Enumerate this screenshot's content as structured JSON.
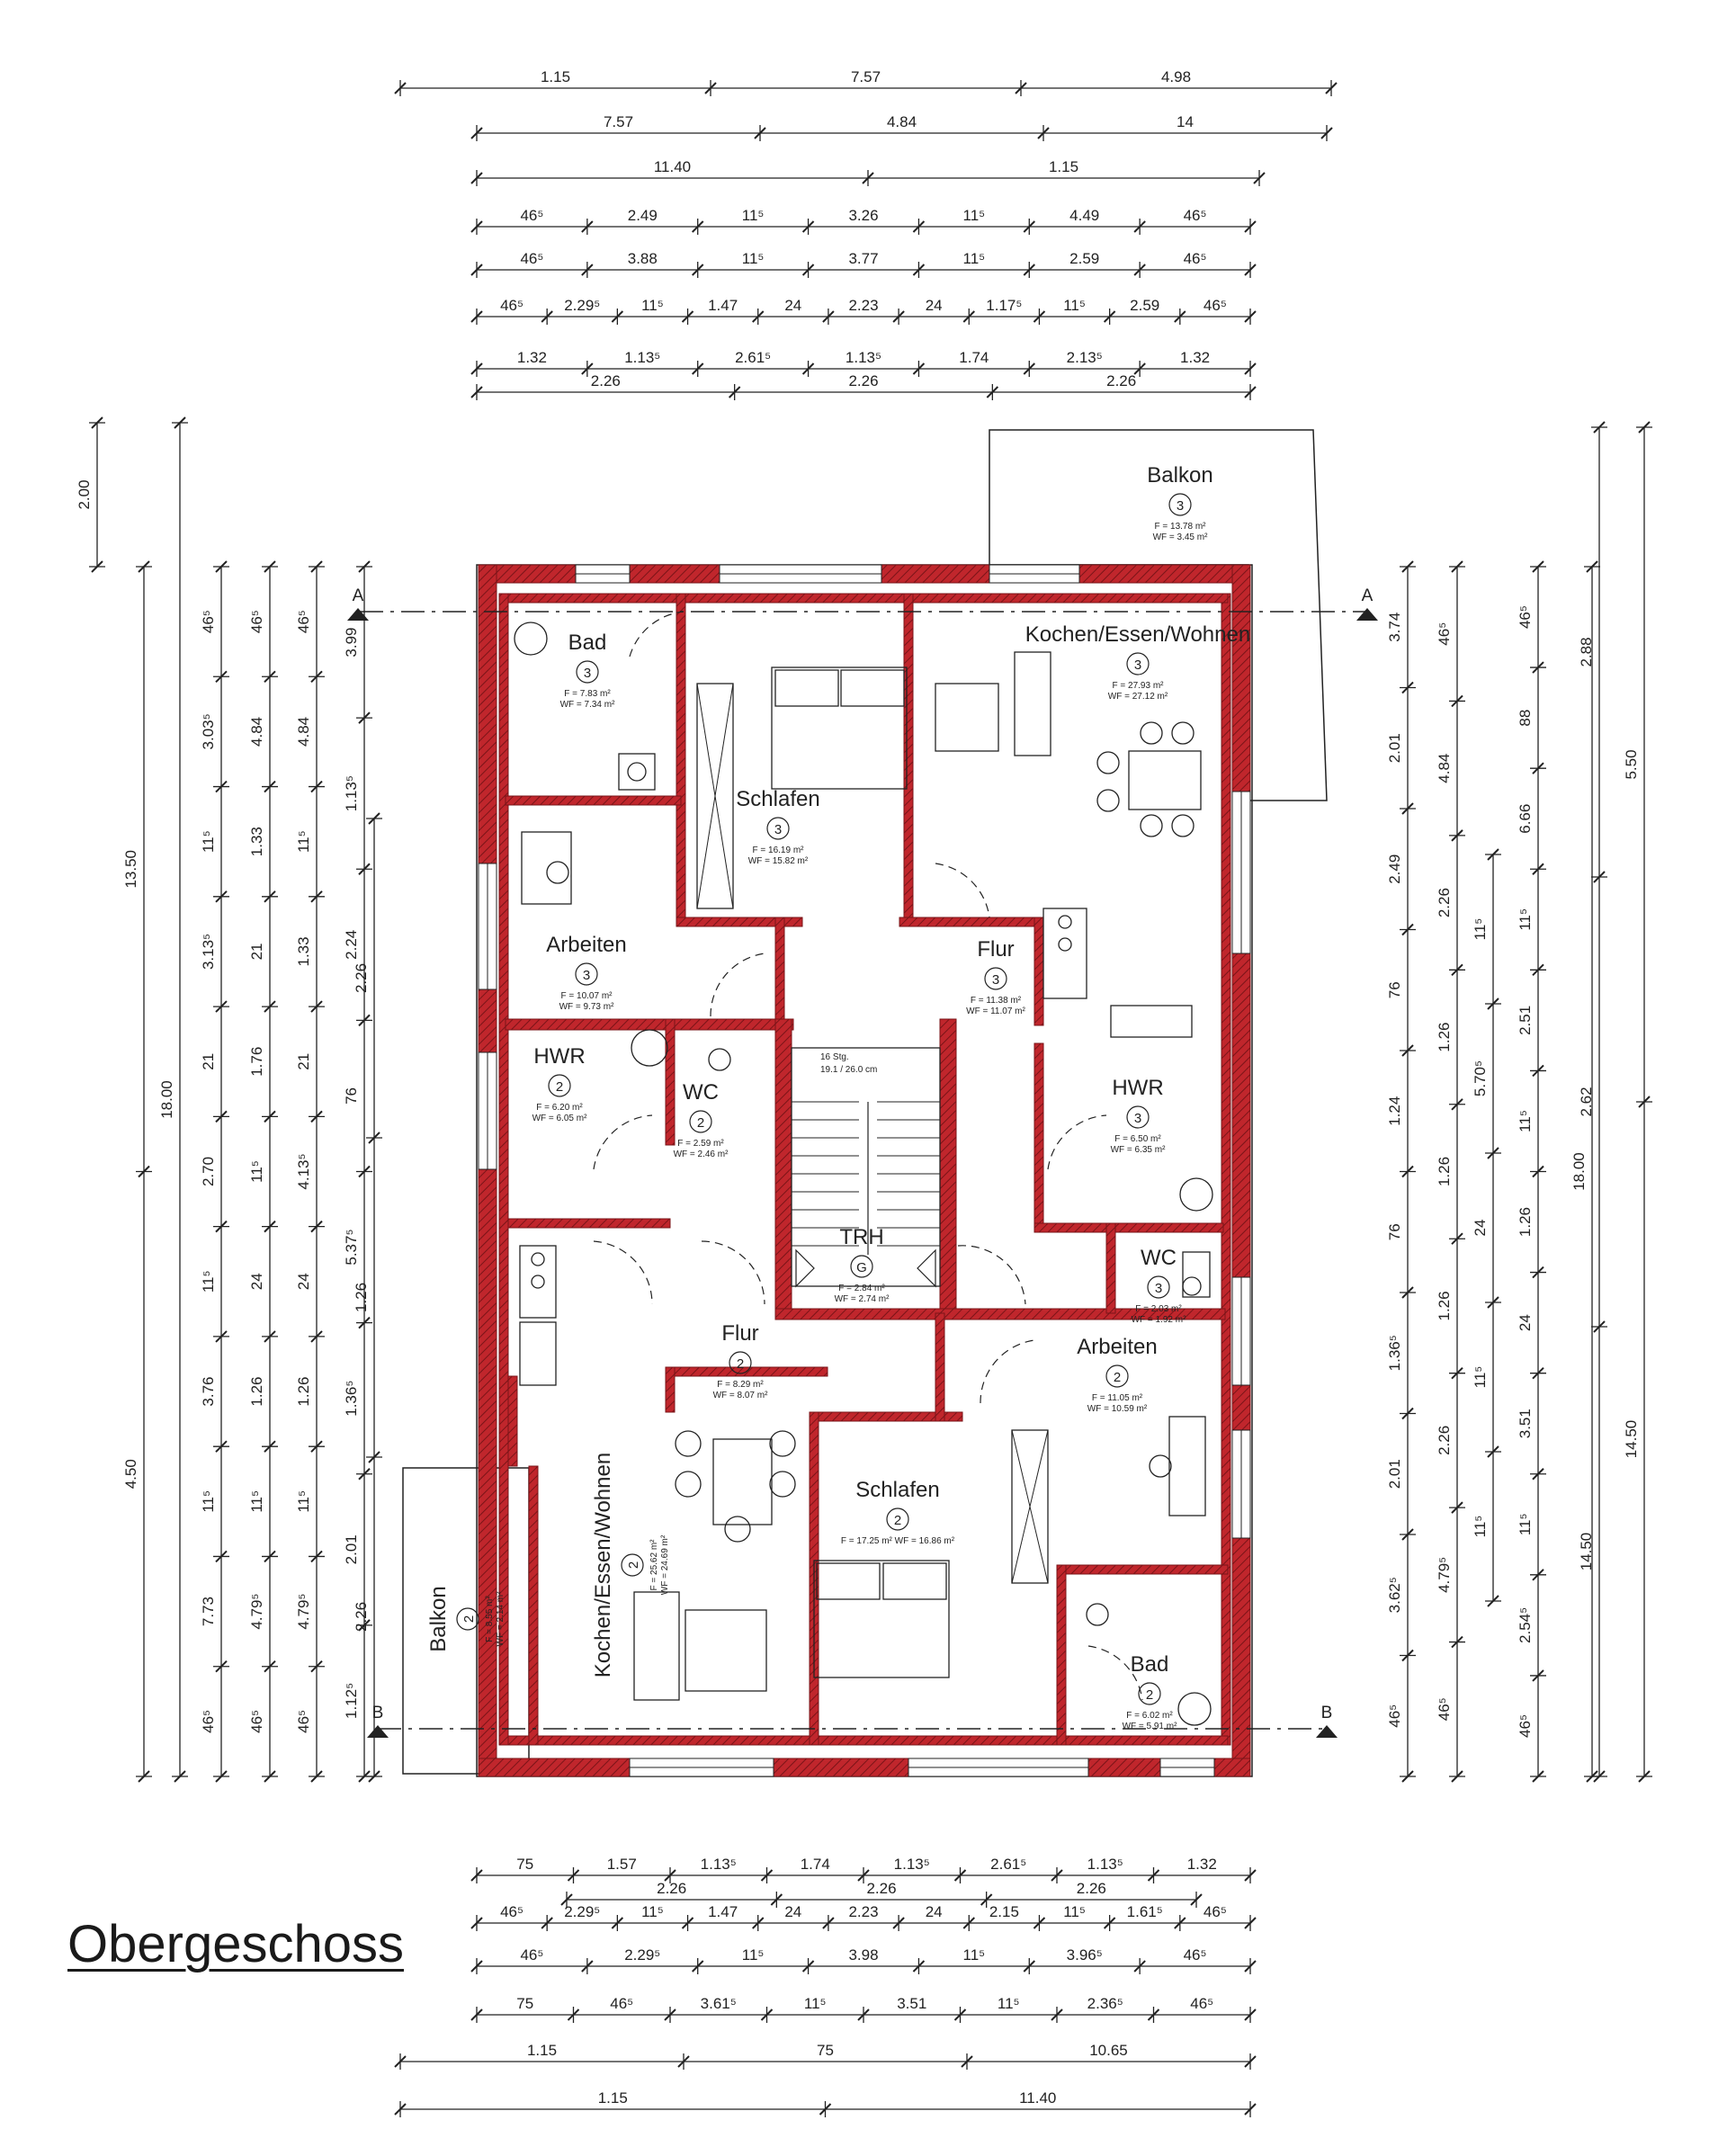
{
  "title": "Obergeschoss",
  "section_markers": {
    "a": "A",
    "b": "B"
  },
  "dims": {
    "top": [
      [
        "1.15",
        "7.57",
        "4.98"
      ],
      [
        "7.57",
        "4.84",
        "14"
      ],
      [
        "11.40",
        "1.15"
      ],
      [
        "46⁵",
        "2.49",
        "11⁵",
        "3.26",
        "11⁵",
        "4.49",
        "46⁵"
      ],
      [
        "46⁵",
        "3.88",
        "11⁵",
        "3.77",
        "11⁵",
        "2.59",
        "46⁵"
      ],
      [
        "46⁵",
        "2.29⁵",
        "11⁵",
        "1.47",
        "24",
        "2.23",
        "24",
        "1.17⁵",
        "11⁵",
        "2.59",
        "46⁵"
      ],
      [
        "1.32",
        "1.13⁵",
        "2.61⁵",
        "1.13⁵",
        "1.74",
        "2.13⁵",
        "1.32"
      ],
      [
        "2.26",
        "2.26",
        "2.26"
      ]
    ],
    "bottom": [
      [
        "75",
        "1.57",
        "1.13⁵",
        "1.74",
        "1.13⁵",
        "2.61⁵",
        "1.13⁵",
        "1.32"
      ],
      [
        "2.26",
        "2.26",
        "2.26"
      ],
      [
        "46⁵",
        "2.29⁵",
        "11⁵",
        "1.47",
        "24",
        "2.23",
        "24",
        "2.15",
        "11⁵",
        "1.61⁵",
        "46⁵"
      ],
      [
        "46⁵",
        "2.29⁵",
        "11⁵",
        "3.98",
        "11⁵",
        "3.96⁵",
        "46⁵"
      ],
      [
        "75",
        "46⁵",
        "3.61⁵",
        "11⁵",
        "3.51",
        "11⁵",
        "2.36⁵",
        "46⁵"
      ],
      [
        "1.15",
        "75",
        "10.65"
      ],
      [
        "1.15",
        "11.40"
      ]
    ],
    "left": [
      [
        "2.00"
      ],
      [
        "13.50",
        "4.50"
      ],
      [
        "18.00"
      ],
      [
        "46⁵",
        "3.03⁵",
        "11⁵",
        "3.13⁵",
        "21",
        "2.70",
        "11⁵",
        "3.76",
        "11⁵",
        "7.73",
        "46⁵"
      ],
      [
        "46⁵",
        "4.84",
        "1.33",
        "21",
        "1.76",
        "11⁵",
        "24",
        "1.26",
        "11⁵",
        "4.79⁵",
        "46⁵"
      ],
      [
        "46⁵",
        "4.84",
        "11⁵",
        "1.33",
        "21",
        "4.13⁵",
        "24",
        "1.26",
        "11⁵",
        "4.79⁵",
        "46⁵"
      ],
      [
        "3.99",
        "1.13⁵",
        "2.24",
        "76",
        "5.37⁵",
        "1.36⁵",
        "2.01",
        "1.12⁵"
      ],
      [
        "2.26",
        "1.26",
        "2.26"
      ]
    ],
    "right": [
      [
        "3.74",
        "2.01",
        "2.49",
        "76",
        "1.24",
        "76",
        "1.36⁵",
        "2.01",
        "3.62⁵",
        "46⁵"
      ],
      [
        "46⁵",
        "4.84",
        "2.26",
        "1.26",
        "1.26",
        "1.26",
        "2.26",
        "4.79⁵",
        "46⁵"
      ],
      [
        "11⁵",
        "5.70⁵",
        "24",
        "11⁵",
        "11⁵"
      ],
      [
        "46⁵",
        "88",
        "6.66",
        "11⁵",
        "2.51",
        "11⁵",
        "1.26",
        "24",
        "3.51",
        "11⁵",
        "2.54⁵",
        "46⁵"
      ],
      [
        "18.00"
      ],
      [
        "2.88",
        "2.62",
        "14.50"
      ],
      [
        "5.50",
        "14.50"
      ]
    ]
  },
  "rooms": [
    {
      "name": "Balkon",
      "unit": "3",
      "f": "F = 13.78 m²",
      "wf": "WF = 3.45 m²"
    },
    {
      "name": "Bad",
      "unit": "3",
      "f": "F = 7.83 m²",
      "wf": "WF = 7.34 m²"
    },
    {
      "name": "Schlafen",
      "unit": "3",
      "f": "F = 16.19 m²",
      "wf": "WF = 15.82 m²"
    },
    {
      "name": "Kochen/Essen/Wohnen",
      "unit": "3",
      "f": "F = 27.93 m²",
      "wf": "WF = 27.12 m²"
    },
    {
      "name": "Arbeiten",
      "unit": "3",
      "f": "F = 10.07 m²",
      "wf": "WF = 9.73 m²"
    },
    {
      "name": "Flur",
      "unit": "3",
      "f": "F = 11.38 m²",
      "wf": "WF = 11.07 m²"
    },
    {
      "name": "HWR",
      "unit": "2",
      "f": "F = 6.20 m²",
      "wf": "WF = 6.05 m²"
    },
    {
      "name": "WC",
      "unit": "2",
      "f": "F = 2.59 m²",
      "wf": "WF = 2.46 m²"
    },
    {
      "name": "HWR",
      "unit": "3",
      "f": "F = 6.50 m²",
      "wf": "WF = 6.35 m²"
    },
    {
      "name": "TRH",
      "unit": "G",
      "f": "F = 2.84 m²",
      "wf": "WF = 2.74 m²"
    },
    {
      "name": "WC",
      "unit": "3",
      "f": "F = 2.03 m²",
      "wf": "WF = 1.92 m²"
    },
    {
      "name": "Flur",
      "unit": "2",
      "f": "F = 8.29 m²",
      "wf": "WF = 8.07 m²"
    },
    {
      "name": "Arbeiten",
      "unit": "2",
      "f": "F = 11.05 m²",
      "wf": "WF = 10.59 m²"
    },
    {
      "name": "Kochen/Essen/Wohnen",
      "unit": "2",
      "f": "F = 25.62 m²",
      "wf": "WF = 24.69 m²"
    },
    {
      "name": "Schlafen",
      "unit": "2",
      "f": "F = 17.25 m²  WF = 16.86 m²",
      "wf": ""
    },
    {
      "name": "Balkon",
      "unit": "2",
      "f": "F = 8.55 m²",
      "wf": "WF = 2.14 m²"
    },
    {
      "name": "Bad",
      "unit": "2",
      "f": "F = 6.02 m²",
      "wf": "WF = 5.91 m²"
    }
  ],
  "stairs": {
    "steps": "16 Stg.",
    "ratio": "19.1 / 26.0 cm"
  },
  "colors": {
    "wall": "#c0262c",
    "hatch": "#8a1a1f",
    "line": "#222222"
  }
}
